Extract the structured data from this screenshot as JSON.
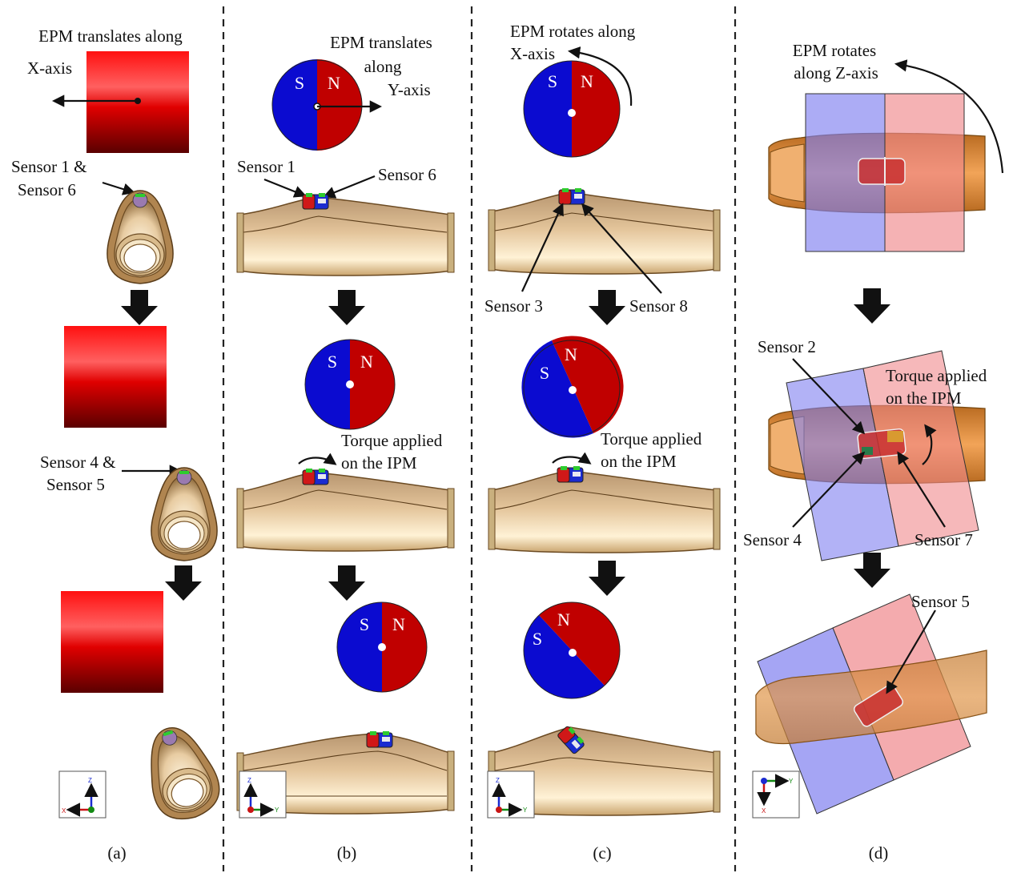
{
  "colors": {
    "magnet_red": "#c00000",
    "magnet_blue": "#0b0bd0",
    "tube_beige": "#e8c89a",
    "tube_orange": "#e8913a",
    "plate_blue": "#7f7ff0",
    "plate_pink": "#f0888c",
    "ipm_red": "#c83030"
  },
  "panel_a": {
    "title": "EPM translates along",
    "axis": "X-axis",
    "sensor_top": [
      "Sensor 1 &",
      "Sensor 6"
    ],
    "sensor_mid": [
      "Sensor 4 &",
      "Sensor 5"
    ],
    "caption": "(a)",
    "triad": {
      "up": "Z",
      "side": "X"
    }
  },
  "panel_b": {
    "title": [
      "EPM translates",
      "along"
    ],
    "axis": "Y-axis",
    "pole_s": "S",
    "pole_n": "N",
    "sensor_left": "Sensor 1",
    "sensor_right": "Sensor 6",
    "torque": [
      "Torque applied",
      "on the IPM"
    ],
    "caption": "(b)",
    "triad": {
      "up": "Z",
      "side": "Y"
    }
  },
  "panel_c": {
    "title": "EPM rotates along",
    "axis": "X-axis",
    "pole_s": "S",
    "pole_n": "N",
    "sensor_left": "Sensor 3",
    "sensor_right": "Sensor 8",
    "torque": [
      "Torque applied",
      "on the IPM"
    ],
    "caption": "(c)",
    "triad": {
      "up": "Z",
      "side": "Y"
    }
  },
  "panel_d": {
    "title": [
      "EPM rotates",
      "along Z-axis"
    ],
    "sensor_top": "Sensor 2",
    "torque": [
      "Torque applied",
      "on the IPM"
    ],
    "sensor_left": "Sensor 4",
    "sensor_right": "Sensor 7",
    "sensor_bottom": "Sensor 5",
    "caption": "(d)",
    "triad": {
      "down": "X",
      "side": "Y"
    }
  }
}
